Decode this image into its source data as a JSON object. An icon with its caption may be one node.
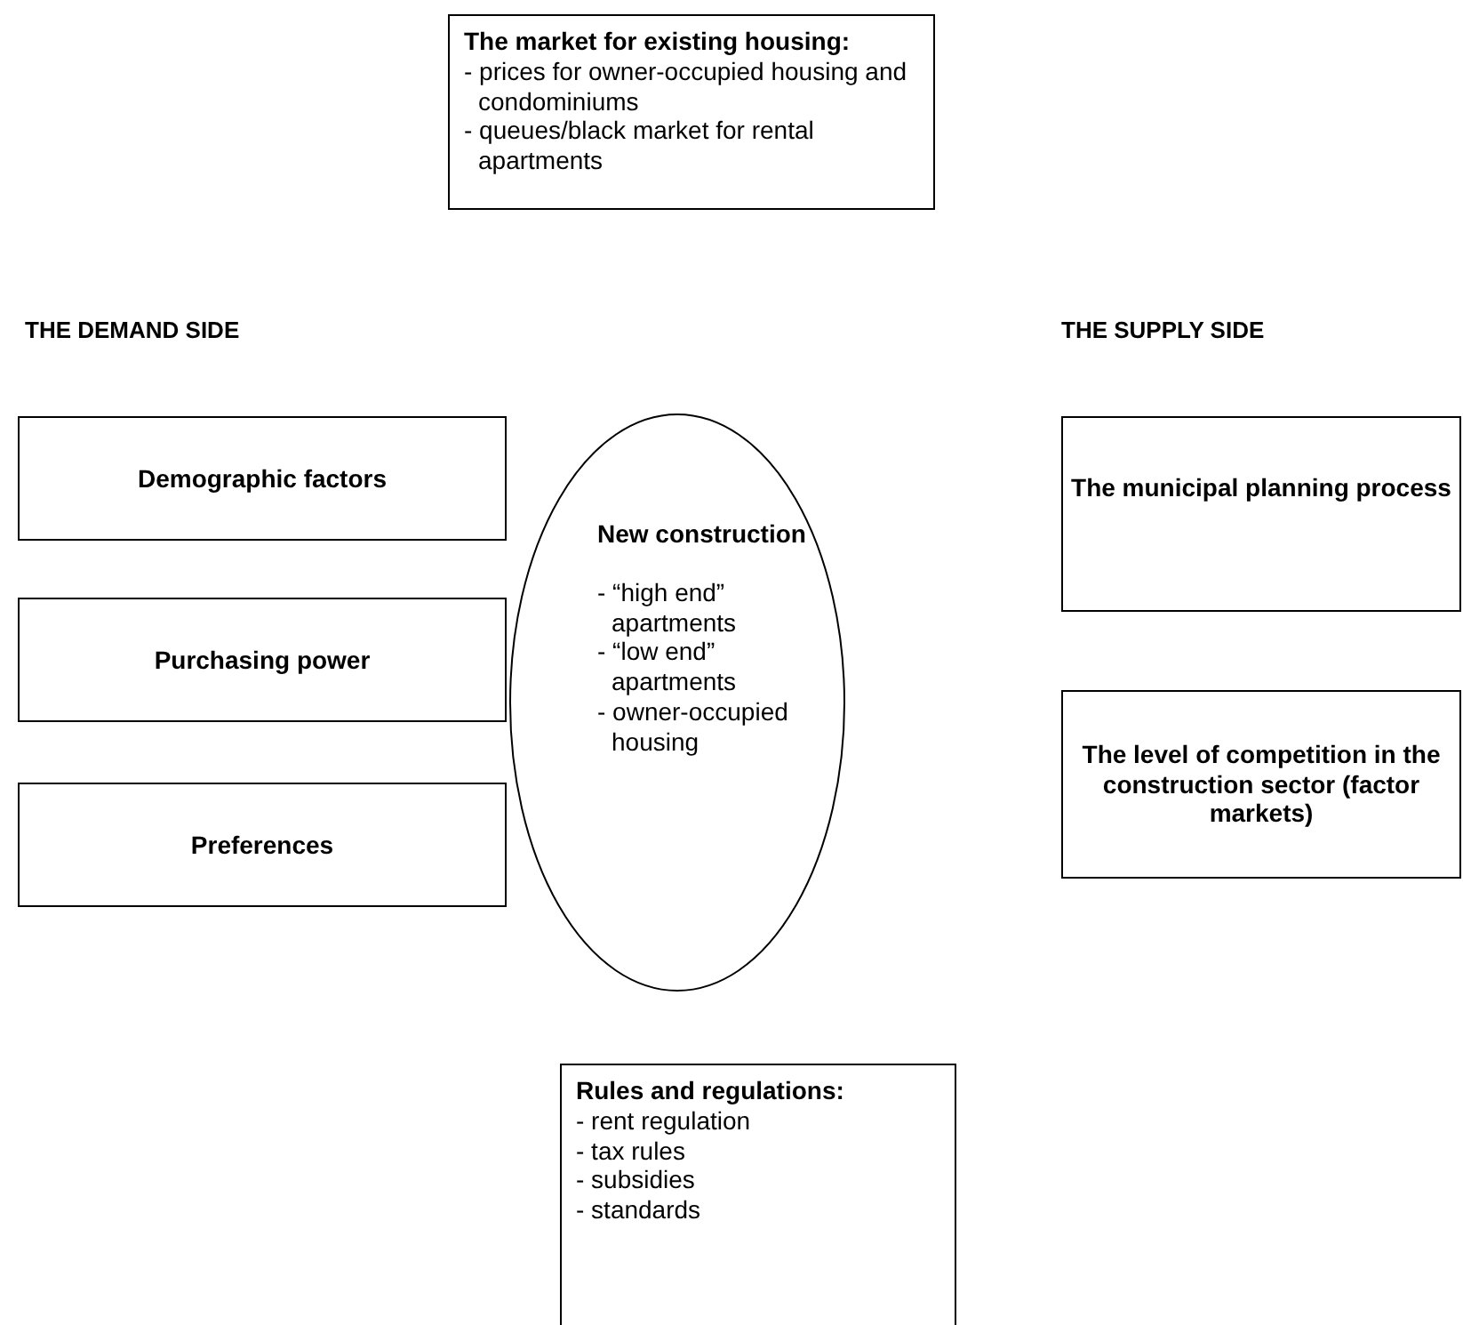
{
  "diagram": {
    "nodes": [
      {
        "text": [
          "The market for existing housing:",
          "- prices for owner-occupied housing and condominiums",
          "- queues/black market for rental apartments"
        ]
      },
      {
        "text": [
          "Demographic factors"
        ]
      },
      {
        "text": [
          "Purchasing power"
        ]
      },
      {
        "text": [
          "Preferences"
        ]
      },
      {
        "text": [
          "New construction",
          "- “high end” apartments",
          "- “low end” apartments",
          "- owner-occupied housing"
        ]
      },
      {
        "text": [
          "The municipal planning process"
        ]
      },
      {
        "text": [
          "The level of competition in the construction sector (factor markets)"
        ]
      },
      {
        "text": [
          "Rules and regulations:",
          "- rent regulation",
          "- tax rules",
          "- subsidies",
          "- standards"
        ]
      }
    ],
    "labels": [
      "THE DEMAND SIDE",
      "THE SUPPLY SIDE"
    ]
  }
}
